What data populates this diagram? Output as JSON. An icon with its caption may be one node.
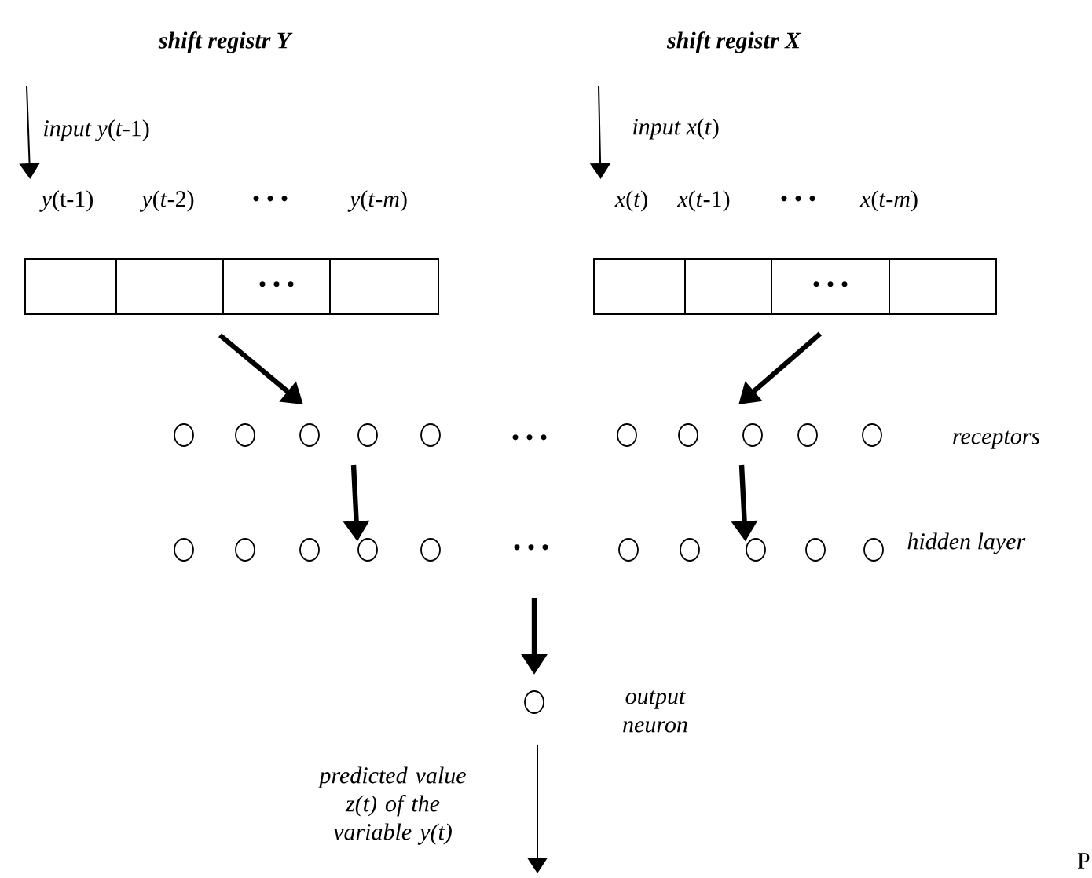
{
  "diagram": {
    "nodes": [
      {
        "text": [
          "*y*(t-1)"
        ]
      },
      {
        "text": [
          "*y*(*t*-2)"
        ]
      },
      {
        "text": [
          "• • •"
        ]
      },
      {
        "text": [
          "*y*(*t*-*m*)"
        ]
      },
      {
        "text": [
          "*x*(*t*)"
        ]
      },
      {
        "text": [
          "*x*(*t*-1)"
        ]
      },
      {
        "text": [
          "• • •"
        ]
      },
      {
        "text": [
          "*x*(*t*-*m*)"
        ]
      },
      {
        "text": [],
        "shape": "box"
      },
      {
        "text": [],
        "shape": "box",
        "in": 8
      },
      {
        "text": [],
        "shape": "box",
        "in": 8
      },
      {
        "text": [
          "• • •"
        ],
        "in": 8
      },
      {
        "text": [],
        "shape": "box",
        "in": 8
      },
      {
        "text": [],
        "shape": "box"
      },
      {
        "text": [],
        "shape": "box",
        "in": 13
      },
      {
        "text": [],
        "shape": "box",
        "in": 13
      },
      {
        "text": [
          "• • •"
        ],
        "in": 13
      },
      {
        "text": [],
        "shape": "box",
        "in": 13
      },
      {
        "text": [],
        "shape": "circle"
      },
      {
        "text": [],
        "shape": "circle"
      },
      {
        "text": [],
        "shape": "circle"
      },
      {
        "text": [],
        "shape": "circle"
      },
      {
        "text": [],
        "shape": "circle"
      },
      {
        "text": [],
        "shape": "circle"
      },
      {
        "text": [],
        "shape": "circle"
      },
      {
        "text": [],
        "shape": "circle"
      },
      {
        "text": [],
        "shape": "circle"
      },
      {
        "text": [],
        "shape": "circle",
        "beside": [
          "receptors"
        ]
      },
      {
        "text": [],
        "shape": "circle"
      },
      {
        "text": [],
        "shape": "circle"
      },
      {
        "text": [],
        "shape": "circle"
      },
      {
        "text": [],
        "shape": "circle"
      },
      {
        "text": [],
        "shape": "circle"
      },
      {
        "text": [
          "• • •"
        ]
      },
      {
        "text": [],
        "shape": "circle"
      },
      {
        "text": [],
        "shape": "circle"
      },
      {
        "text": [],
        "shape": "circle"
      },
      {
        "text": [],
        "shape": "circle"
      },
      {
        "text": [],
        "shape": "circle",
        "beside": [
          "hidden layer"
        ]
      },
      {
        "text": [],
        "shape": "circle",
        "beside": [
          "output neuron"
        ]
      }
    ],
    "edges": [
      {
        "from": null,
        "to": 0,
        "arrow": "to",
        "label": "*input y*(*t*-1)"
      },
      {
        "from": null,
        "to": 4,
        "arrow": "to",
        "label": "*input x*(*t*)"
      },
      {
        "from": 8,
        "to": 20,
        "arrow": "to"
      },
      {
        "from": 13,
        "to": 25,
        "arrow": "to"
      },
      {
        "from": null,
        "to": 31,
        "arrow": "to"
      },
      {
        "from": null,
        "to": 36,
        "arrow": "to"
      },
      {
        "from": 33,
        "to": 39,
        "arrow": "to"
      },
      {
        "from": 39,
        "to": null,
        "arrow": "to",
        "label": "predicted value z(t) of the variable y(t)"
      }
    ],
    "labels": [
      "shift registr Y",
      "shift registr X",
      "• • •",
      "P"
    ]
  }
}
